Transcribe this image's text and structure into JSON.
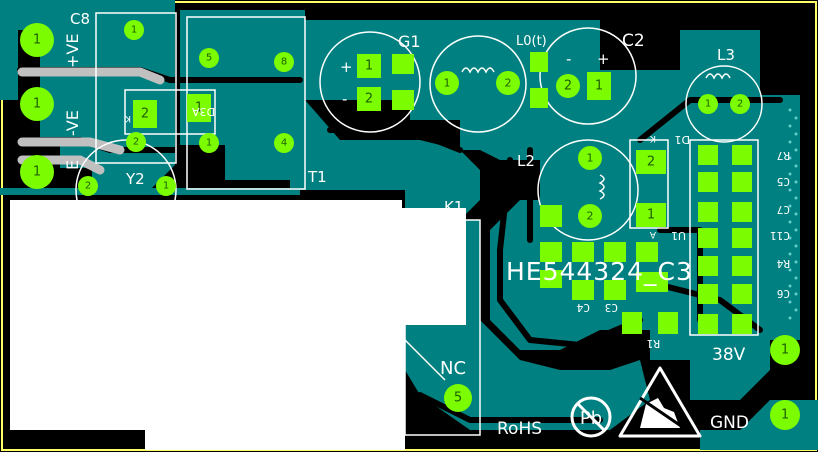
{
  "colors": {
    "background": "#000000",
    "copper": "#008080",
    "pad": "#7cfc00",
    "pad_text": "#1f5f00",
    "silkscreen": "#ffffff",
    "board_edge": "#ffff66",
    "via_dots": "#66cccc"
  },
  "connectors": {
    "positive": {
      "label": "+VE",
      "pin": "1"
    },
    "negative": {
      "label": "-VE",
      "pin": "1"
    },
    "earth": {
      "label": "E",
      "pin": "1"
    }
  },
  "components": {
    "C8": {
      "label": "C8",
      "pin1": "1"
    },
    "D3": {
      "label": "D3A",
      "k_label": "K",
      "pin1": "1",
      "pin2": "2"
    },
    "Y2": {
      "label": "Y2",
      "pin1": "1",
      "pin2": "2"
    },
    "Y2_pin2": {
      "pin": "2"
    },
    "T1": {
      "label": "T1",
      "pins": [
        "5",
        "8",
        "1",
        "4"
      ]
    },
    "G1": {
      "label": "G1",
      "plus": "+",
      "minus": "-",
      "pin1": "1",
      "pin2": "2"
    },
    "L0": {
      "label": "L0(t)",
      "pin1": "1",
      "pin2": "2"
    },
    "C2": {
      "label": "C2",
      "minus": "-",
      "plus": "+",
      "pin1": "1",
      "pin2": "2"
    },
    "L3": {
      "label": "L3",
      "pin1": "1",
      "pin2": "2"
    },
    "L2": {
      "label": "L2",
      "pin1": "1",
      "pin2": "2"
    },
    "D1": {
      "label": "D1",
      "k_label": "K",
      "pin1": "1",
      "pin2": "2"
    },
    "U1": {
      "label": "U1",
      "a_label": "A"
    },
    "K1": {
      "label": "K1",
      "nc_label": "NC",
      "nc_pin": "5"
    },
    "side_labels": [
      "R7",
      "C5",
      "C7",
      "C11",
      "R4",
      "C6"
    ],
    "bottom_labels": {
      "c3": "C3",
      "c4": "C4",
      "r1": "R1"
    }
  },
  "board_text": {
    "part_number": "HE544324_C3",
    "output_38v": "38V",
    "output_gnd": "GND",
    "rohs": "RoHS",
    "pb_symbol": "Pb"
  },
  "outputs": {
    "v38_pin": "1",
    "gnd_pin": "1"
  },
  "icons": {
    "pb_free": "pb-free-icon",
    "esd": "esd-warning-icon"
  }
}
